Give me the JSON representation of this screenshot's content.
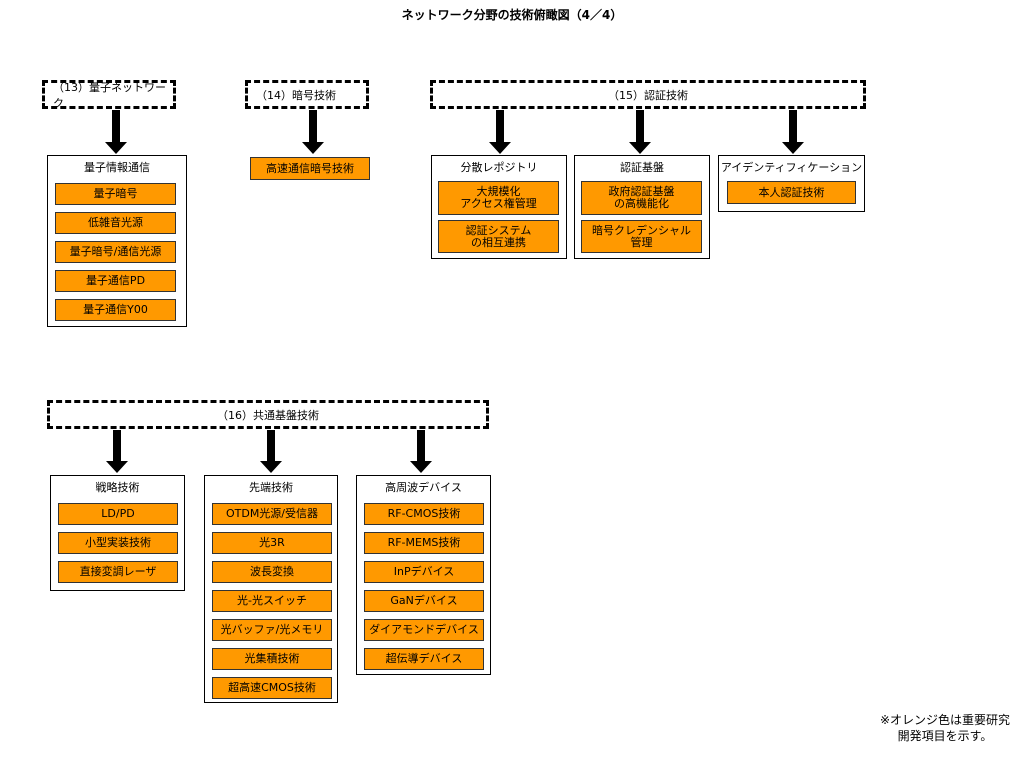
{
  "title": "ネットワーク分野の技術俯瞰図（4／4）",
  "categories": {
    "c13": "（13）量子ネットワーク",
    "c14": "（14）暗号技術",
    "c15": "（15）認証技術",
    "c16": "（16）共通基盤技術"
  },
  "panels": {
    "quantum": {
      "title": "量子情報通信",
      "items": [
        "量子暗号",
        "低雑音光源",
        "量子暗号/通信光源",
        "量子通信PD",
        "量子通信Y00"
      ]
    },
    "crypto": {
      "items": [
        "高速通信暗号技術"
      ]
    },
    "distributed": {
      "title": "分散レポジトリ",
      "items": [
        "大規模化\nアクセス権管理",
        "認証システム\nの相互連携"
      ]
    },
    "authbase": {
      "title": "認証基盤",
      "items": [
        "政府認証基盤\nの高機能化",
        "暗号クレデンシャル\n管理"
      ]
    },
    "identification": {
      "title": "アイデンティフィケーション",
      "items": [
        "本人認証技術"
      ]
    },
    "strategy": {
      "title": "戦略技術",
      "items": [
        "LD/PD",
        "小型実装技術",
        "直接変調レーザ"
      ]
    },
    "advanced": {
      "title": "先端技術",
      "items": [
        "OTDM光源/受信器",
        "光3R",
        "波長変換",
        "光-光スイッチ",
        "光バッファ/光メモリ",
        "光集積技術",
        "超高速CMOS技術"
      ]
    },
    "highfreq": {
      "title": "高周波デバイス",
      "items": [
        "RF-CMOS技術",
        "RF-MEMS技術",
        "InPデバイス",
        "GaNデバイス",
        "ダイアモンドデバイス",
        "超伝導デバイス"
      ]
    }
  },
  "note": {
    "line1": "※オレンジ色は重要研究",
    "line2": "開発項目を示す。"
  },
  "colors": {
    "important": "#ff9900",
    "border": "#000000"
  }
}
